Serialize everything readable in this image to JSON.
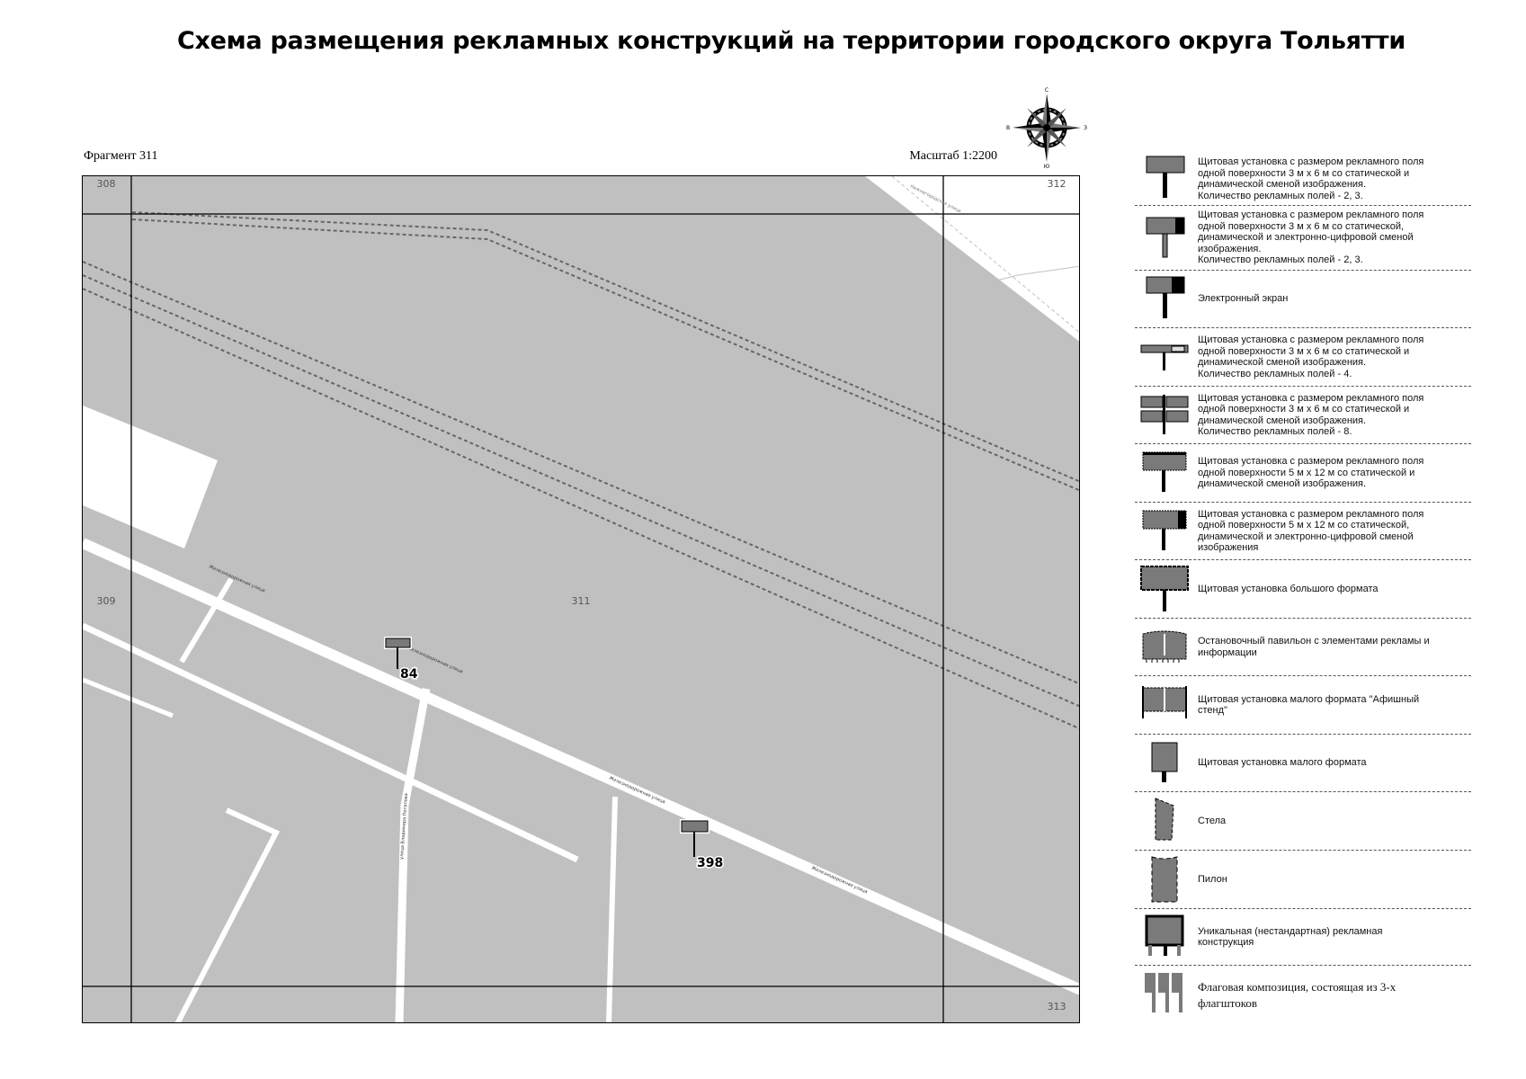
{
  "title": "Схема размещения рекламных конструкций на территории городского округа Тольятти",
  "fragment_label": "Фрагмент 311",
  "scale_label": "Масштаб 1:2200",
  "compass": {
    "n": "С",
    "s": "Ю",
    "w": "В",
    "e": "З"
  },
  "map": {
    "neighbor_fragments": {
      "top_left": "308",
      "top_right": "312",
      "left": "309",
      "center": "311",
      "bottom_right": "313"
    },
    "streets": [
      "Железнодорожная улица",
      "Железнодорожная улица",
      "Железнодорожная улица",
      "Железнодорожная улица",
      "Нижнегородская улица",
      "улица Владимира Потапова"
    ],
    "markers": [
      {
        "id": "84",
        "type": "billboard"
      },
      {
        "id": "398",
        "type": "billboard"
      }
    ],
    "colors": {
      "background": "#c0c0c0",
      "road": "#ffffff",
      "marker": "#7a7a7a"
    }
  },
  "legend": [
    {
      "icon": "billboard",
      "text": "Щитовая установка с размером рекламного поля\nодной поверхности 3 м х 6 м со статической и\nдинамической сменой изображения.\nКоличество рекламных полей - 2, 3."
    },
    {
      "icon": "billboard-digital",
      "text": "Щитовая установка с размером рекламного поля\nодной поверхности 3 м х 6 м со статической,\nдинамической и электронно-цифровой сменой\nизображения.\nКоличество рекламных полей - 2, 3."
    },
    {
      "icon": "screen",
      "text": "Электронный экран"
    },
    {
      "icon": "billboard-4",
      "text": "Щитовая установка с размером рекламного поля\nодной поверхности 3 м х 6 м со статической и\nдинамической сменой изображения.\nКоличество рекламных полей - 4."
    },
    {
      "icon": "billboard-8",
      "text": "Щитовая установка с размером рекламного поля\nодной поверхности 3 м х 6 м со статической и\nдинамической сменой изображения.\nКоличество рекламных полей - 8."
    },
    {
      "icon": "billboard-large",
      "text": "Щитовая установка с размером рекламного поля\nодной поверхности 5 м х 12 м со статической и\nдинамической сменой изображения."
    },
    {
      "icon": "billboard-large-digital",
      "text": "Щитовая установка с размером рекламного поля\nодной поверхности 5 м х 12 м со статической,\nдинамической и электронно-цифровой сменой\nизображения"
    },
    {
      "icon": "big-format",
      "text": "Щитовая установка большого формата"
    },
    {
      "icon": "pavilion",
      "text": "Остановочный павильон с элементами рекламы и\nинформации"
    },
    {
      "icon": "poster-stand",
      "text": "Щитовая установка малого формата \"Афишный\nстенд\""
    },
    {
      "icon": "small-board",
      "text": "Щитовая установка малого формата"
    },
    {
      "icon": "stele",
      "text": "Стела"
    },
    {
      "icon": "pylon",
      "text": "Пилон"
    },
    {
      "icon": "unique",
      "text": "Уникальная (нестандартная) рекламная\nконструкция"
    },
    {
      "icon": "flags",
      "text": "Флаговая композиция, состоящая из 3-х\nфлагштоков"
    }
  ]
}
